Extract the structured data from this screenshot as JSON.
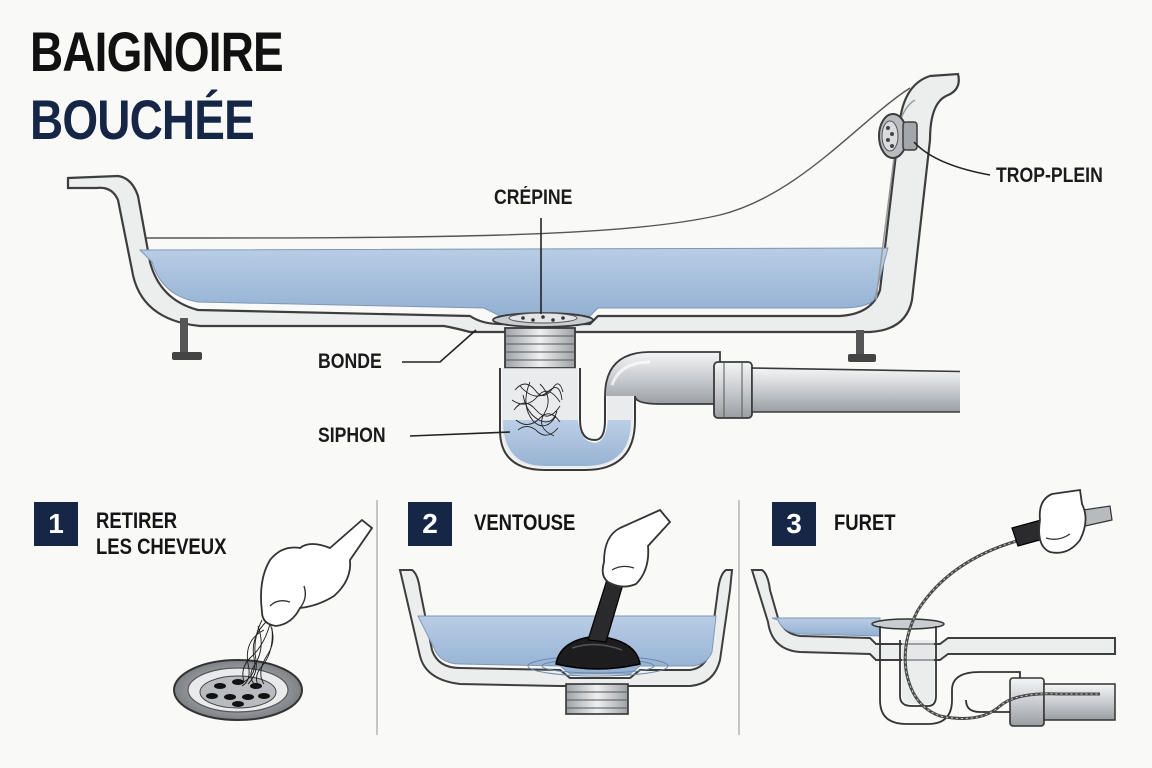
{
  "title": {
    "line1": "BAIGNOIRE",
    "line2": "BOUCHÉE"
  },
  "labels": {
    "crepine": "CRÉPINE",
    "trop_plein": "TROP-PLEIN",
    "bonde": "BONDE",
    "siphon": "SIPHON"
  },
  "steps": [
    {
      "number": "1",
      "line1": "RETIRER",
      "line2": "LES CHEVEUX"
    },
    {
      "number": "2",
      "line1": "VENTOUSE",
      "line2": ""
    },
    {
      "number": "3",
      "line1": "FURET",
      "line2": ""
    }
  ],
  "colors": {
    "navy": "#152646",
    "water": "#a9c1de",
    "tub_outline": "#4a4a4a",
    "pipe": "#d8dadc"
  }
}
